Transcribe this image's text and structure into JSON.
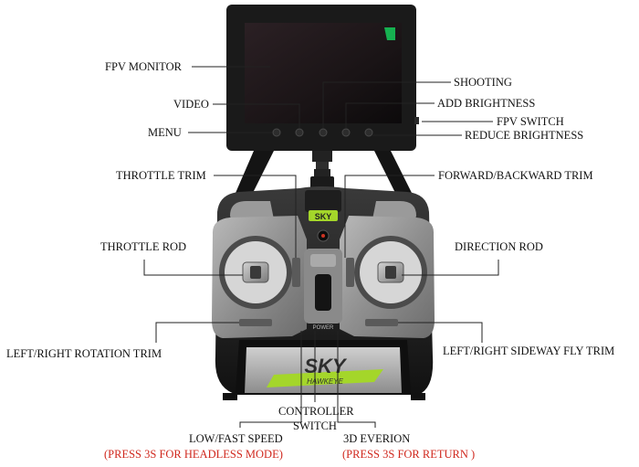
{
  "labels": {
    "fpv_monitor": "FPV MONITOR",
    "video": "VIDEO",
    "menu": "MENU",
    "shooting": "SHOOTING",
    "add_brightness": "ADD BRIGHTNESS",
    "fpv_switch": "FPV SWITCH",
    "reduce_brightness": "REDUCE BRIGHTNESS",
    "throttle_trim": "THROTTLE TRIM",
    "forward_backward_trim": "FORWARD/BACKWARD TRIM",
    "throttle_rod": "THROTTLE ROD",
    "direction_rod": "DIRECTION ROD",
    "left_right_rotation_trim": "LEFT/RIGHT ROTATION TRIM",
    "left_right_sideway_fly_trim": "LEFT/RIGHT SIDEWAY FLY TRIM",
    "controller_switch_line1": "CONTROLLER",
    "controller_switch_line2": "SWITCH",
    "low_fast_speed": "LOW/FAST SPEED",
    "low_fast_speed_note": "(PRESS 3S FOR HEADLESS MODE)",
    "everion_3d": "3D EVERION",
    "everion_3d_note": "(PRESS 3S FOR RETURN )"
  },
  "device": {
    "top_badge": "SKY",
    "bottom_logo": "SKY",
    "bottom_logo_sub": "HAWKEYE",
    "power_label": "POWER"
  },
  "colors": {
    "note_red": "#d0281e",
    "logo_green": "#a4d62a",
    "screen_indicator": "#16b050"
  }
}
